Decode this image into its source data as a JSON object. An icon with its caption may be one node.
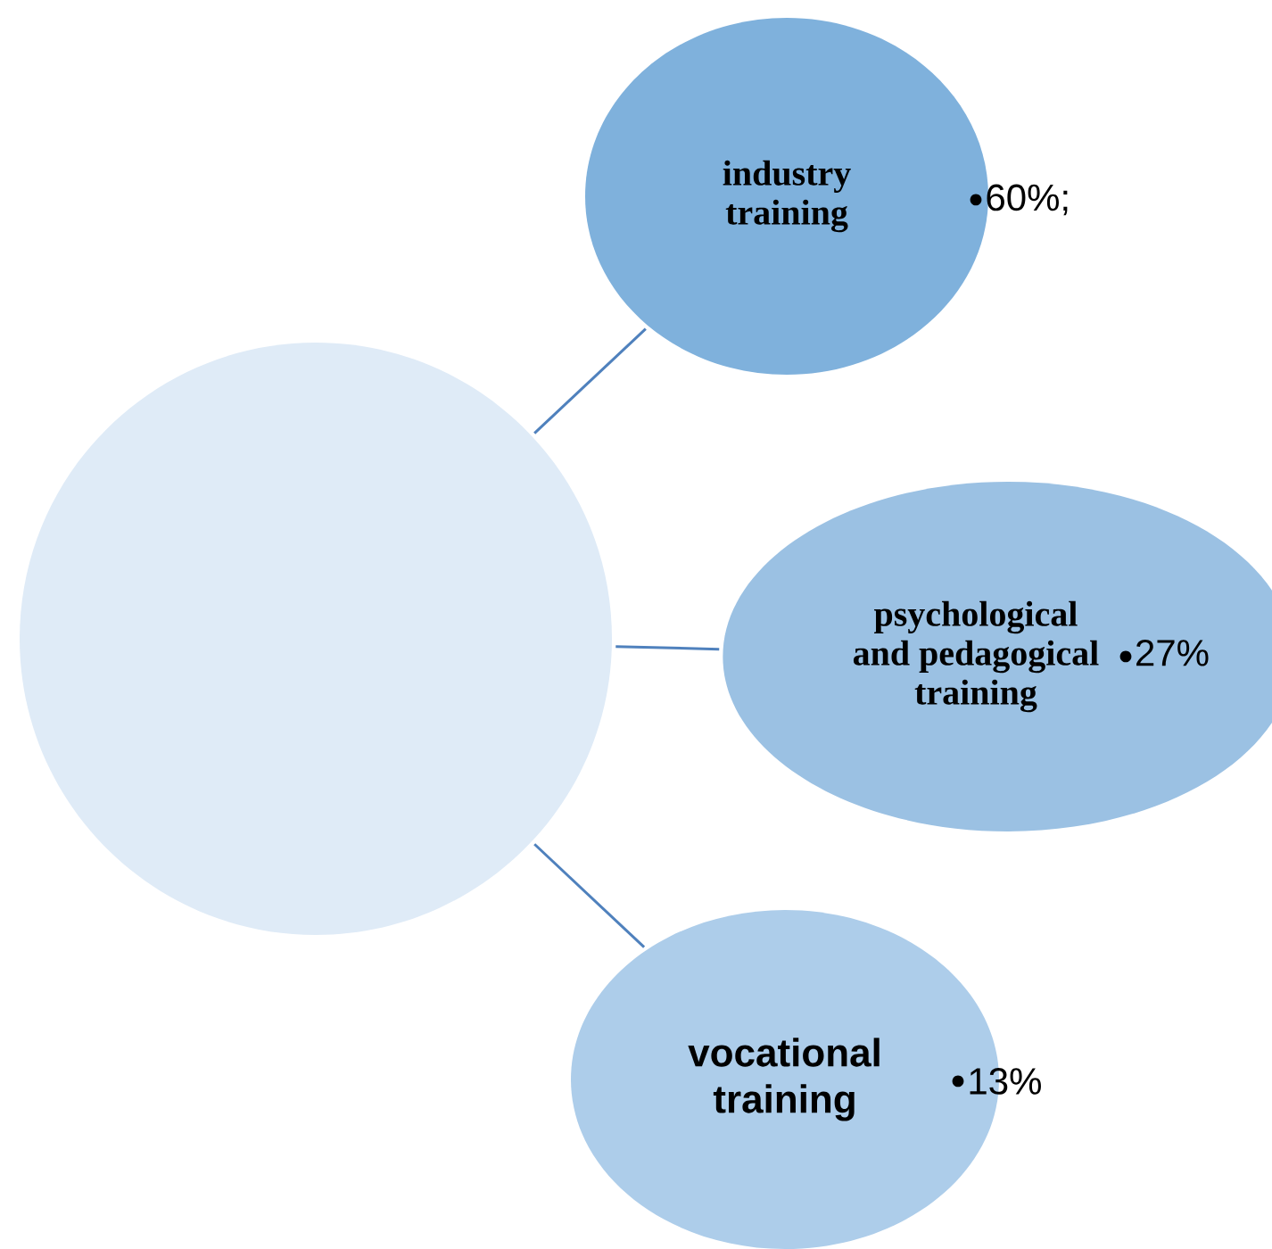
{
  "diagram": {
    "nodes": [
      {
        "text": [],
        "shape": "circle"
      },
      {
        "text": [
          "industry training"
        ],
        "beside": [
          "60%;"
        ]
      },
      {
        "text": [
          "psychological and pedagogical training",
          "27%"
        ]
      },
      {
        "text": [
          "vocational training"
        ],
        "beside": [
          "13%"
        ]
      }
    ],
    "edges": [
      {
        "from": 0,
        "to": 1,
        "arrow": "none"
      },
      {
        "from": 0,
        "to": 2,
        "arrow": "none"
      },
      {
        "from": 0,
        "to": 3,
        "arrow": "none"
      }
    ]
  }
}
